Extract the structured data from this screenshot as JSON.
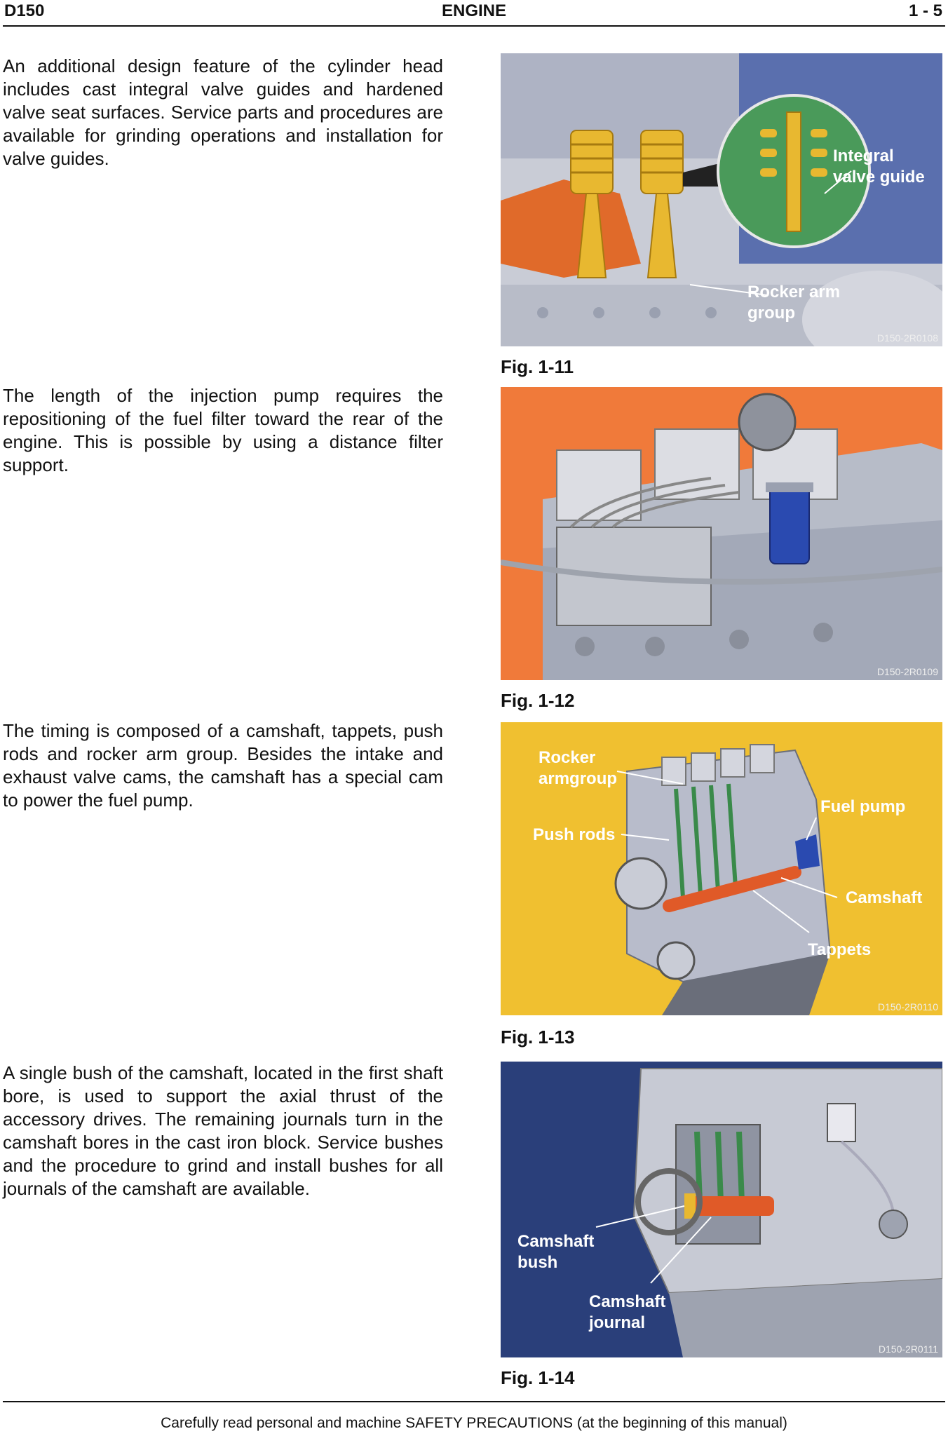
{
  "header": {
    "model": "D150",
    "section": "ENGINE",
    "page": "1 - 5"
  },
  "paragraphs": [
    "An additional design feature of the cylinder head includes cast integral valve guides and hardened valve seat surfaces. Service parts and procedures are available for grinding operations and installation for valve guides.",
    "The length of the injection pump requires the repositioning of the fuel filter toward the rear of the engine. This is possible by using a distance filter support.",
    "The timing is composed of a camshaft, tappets, push rods and rocker arm group. Besides the intake and exhaust valve cams, the camshaft has a special cam to power the fuel pump.",
    "A single bush of the camshaft, located in the first shaft bore, is used to support the axial thrust of the accessory drives. The remaining journals turn in the camshaft bores in the cast iron block. Service bushes and the procedure to grind and install bushes for all journals of the camshaft are available."
  ],
  "figures": [
    {
      "caption": "Fig. 1-11",
      "code": "D150-2R0108",
      "labels": [
        "Integral\nvalve guide",
        "Rocker arm\ngroup"
      ]
    },
    {
      "caption": "Fig. 1-12",
      "code": "D150-2R0109",
      "labels": []
    },
    {
      "caption": "Fig. 1-13",
      "code": "D150-2R0110",
      "labels": [
        "Rocker\narmgroup",
        "Push rods",
        "Fuel pump",
        "Camshaft",
        "Tappets"
      ]
    },
    {
      "caption": "Fig. 1-14",
      "code": "D150-2R0111",
      "labels": [
        "Camshaft\nbush",
        "Camshaft\njournal"
      ]
    }
  ],
  "footer": "Carefully read personal and machine SAFETY PRECAUTIONS (at the beginning of this manual)",
  "colors": {
    "fig11_bg": "#5a6fae",
    "fig11_cutaway": "#e06a2a",
    "fig11_inset": "#4a9a5a",
    "valve_spring": "#e8b830",
    "fig12_bg": "#f07a3a",
    "filter_blue": "#2a4ab0",
    "fig13_bg": "#f0c030",
    "camshaft_orange": "#e05a28",
    "pushrod_green": "#3a8a4a",
    "fig14_bg": "#2a3f7a"
  }
}
